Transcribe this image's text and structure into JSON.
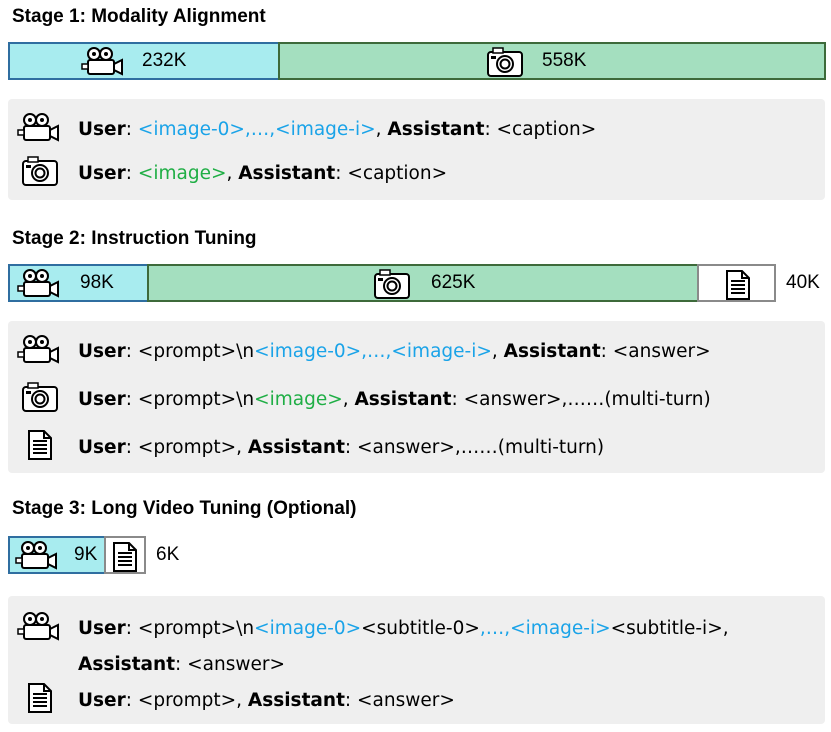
{
  "stages": [
    {
      "title": "Stage 1: Modality Alignment",
      "bar": [
        {
          "kind": "video",
          "icon": "video-camera-icon",
          "label": "232K"
        },
        {
          "kind": "image",
          "icon": "camera-icon",
          "label": "558K"
        }
      ],
      "rows": [
        {
          "icon": "video-camera-icon",
          "parts": [
            {
              "t": "User",
              "s": "bold"
            },
            {
              "t": ": "
            },
            {
              "t": "<image-0>,…,<image-i>",
              "s": "blue"
            },
            {
              "t": ", "
            },
            {
              "t": "Assistant",
              "s": "bold"
            },
            {
              "t": ": <caption>"
            }
          ]
        },
        {
          "icon": "camera-icon",
          "parts": [
            {
              "t": "User",
              "s": "bold"
            },
            {
              "t": ": "
            },
            {
              "t": "<image>",
              "s": "green"
            },
            {
              "t": ", "
            },
            {
              "t": "Assistant",
              "s": "bold"
            },
            {
              "t": ": <caption>"
            }
          ]
        }
      ]
    },
    {
      "title": "Stage 2: Instruction Tuning",
      "bar": [
        {
          "kind": "video",
          "icon": "video-camera-icon",
          "label": "98K"
        },
        {
          "kind": "image",
          "icon": "camera-icon",
          "label": "625K"
        },
        {
          "kind": "text",
          "icon": "document-icon",
          "label": "40K"
        }
      ],
      "rows": [
        {
          "icon": "video-camera-icon",
          "parts": [
            {
              "t": "User",
              "s": "bold"
            },
            {
              "t": ": <prompt>\\n"
            },
            {
              "t": "<image-0>,…,<image-i>",
              "s": "blue"
            },
            {
              "t": ", "
            },
            {
              "t": "Assistant",
              "s": "bold"
            },
            {
              "t": ": <answer>"
            }
          ]
        },
        {
          "icon": "camera-icon",
          "parts": [
            {
              "t": "User",
              "s": "bold"
            },
            {
              "t": ": <prompt>\\n"
            },
            {
              "t": "<image>",
              "s": "green"
            },
            {
              "t": ", "
            },
            {
              "t": "Assistant",
              "s": "bold"
            },
            {
              "t": ": <answer>,……(multi-turn)"
            }
          ]
        },
        {
          "icon": "document-icon",
          "parts": [
            {
              "t": "User",
              "s": "bold"
            },
            {
              "t": ": <prompt>, "
            },
            {
              "t": "Assistant",
              "s": "bold"
            },
            {
              "t": ": <answer>,……(multi-turn)"
            }
          ]
        }
      ]
    },
    {
      "title": "Stage 3: Long Video Tuning (Optional)",
      "bar": [
        {
          "kind": "video",
          "icon": "video-camera-icon",
          "label": "9K"
        },
        {
          "kind": "text",
          "icon": "document-icon",
          "label": "6K"
        }
      ],
      "rows": [
        {
          "icon": "video-camera-icon",
          "parts": [
            {
              "t": "User",
              "s": "bold"
            },
            {
              "t": ": <prompt>\\n"
            },
            {
              "t": "<image-0>",
              "s": "blue"
            },
            {
              "t": "<subtitle-0>"
            },
            {
              "t": ",…,",
              "s": "blue"
            },
            {
              "t": "<image-i>",
              "s": "blue"
            },
            {
              "t": "<subtitle-i>,"
            }
          ]
        },
        {
          "icon": "",
          "parts": [
            {
              "t": "Assistant",
              "s": "bold"
            },
            {
              "t": ": <answer>"
            }
          ]
        },
        {
          "icon": "document-icon",
          "parts": [
            {
              "t": "User",
              "s": "bold"
            },
            {
              "t": ": <prompt>, "
            },
            {
              "t": "Assistant",
              "s": "bold"
            },
            {
              "t": ": <answer>"
            }
          ]
        }
      ]
    }
  ]
}
